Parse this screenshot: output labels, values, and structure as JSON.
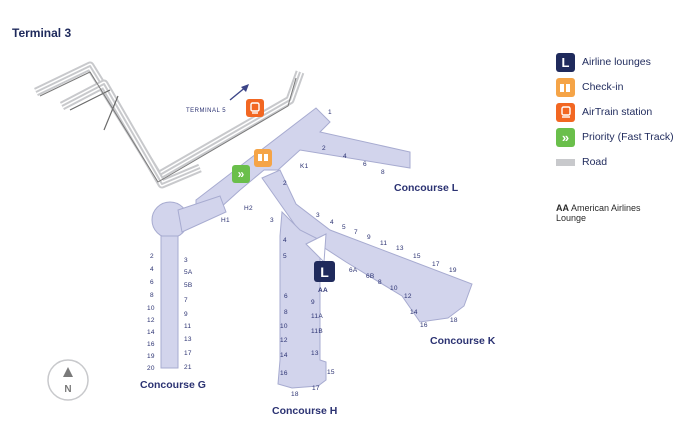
{
  "title": "Terminal 3",
  "colors": {
    "navy": "#1f2a5c",
    "terminal_fill": "#d2d4ec",
    "terminal_stroke": "#a7abd0",
    "road": "#c8c9cc",
    "airtrain": "#f26722",
    "checkin": "#f5a447",
    "priority": "#6abf4b"
  },
  "legend": [
    {
      "icon": "airline-lounge-icon",
      "glyph": "L",
      "label": "Airline lounges",
      "color": "#1f2a5c"
    },
    {
      "icon": "check-in-icon",
      "glyph": "",
      "label": "Check-in",
      "color": "#f5a447"
    },
    {
      "icon": "airtrain-station-icon",
      "glyph": "",
      "label": "AirTrain station",
      "color": "#f26722"
    },
    {
      "icon": "priority-icon",
      "glyph": "»",
      "label": "Priority (Fast Track)",
      "color": "#6abf4b"
    },
    {
      "icon": "road-icon",
      "glyph": "",
      "label": "Road",
      "color": "#c8c9cc"
    }
  ],
  "aa_note": {
    "code": "AA",
    "line1": "American Airlines",
    "line2": "Lounge"
  },
  "terminal5_label": "TERMINAL 5",
  "lounge_label": "AA",
  "concourses": {
    "L": "Concourse L",
    "K": "Concourse K",
    "G": "Concourse G",
    "H": "Concourse H"
  },
  "gates": {
    "L": [
      "1",
      "2",
      "4",
      "6",
      "8",
      "K1"
    ],
    "K": [
      "3",
      "4",
      "5",
      "7",
      "9",
      "11",
      "13",
      "15",
      "17",
      "19",
      "6A",
      "6B",
      "8",
      "10",
      "12",
      "14",
      "16",
      "18"
    ],
    "G_left": [
      "2",
      "4",
      "6",
      "8",
      "10",
      "12",
      "14",
      "16",
      "19",
      "20"
    ],
    "G_right": [
      "3",
      "5A",
      "5B",
      "7",
      "9",
      "11",
      "13",
      "17",
      "21"
    ],
    "G_hub": [
      "H1",
      "H2"
    ],
    "H_left": [
      "2",
      "3",
      "4",
      "5",
      "6",
      "8",
      "10",
      "12",
      "14",
      "16",
      "18"
    ],
    "H_right": [
      "9",
      "11A",
      "11B",
      "13",
      "15",
      "17"
    ]
  },
  "compass": "N"
}
